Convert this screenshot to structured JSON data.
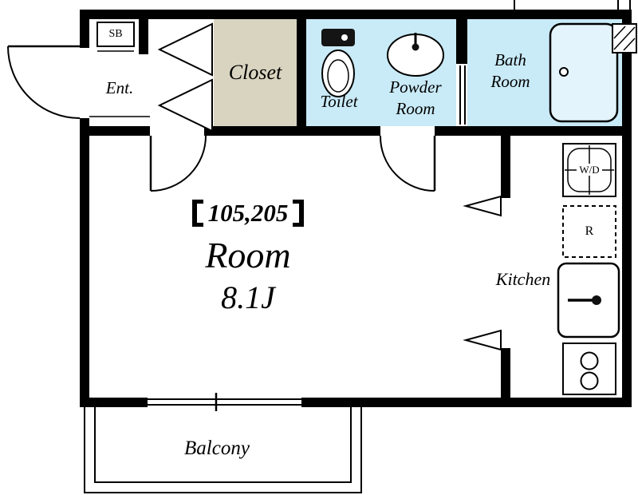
{
  "colors": {
    "wall": "#000000",
    "wet_area": "#c9eaf7",
    "closet": "#d9d4c0",
    "bathtub": "#e4f4fc"
  },
  "labels": {
    "shoe_box": "SB",
    "entrance": "Ent.",
    "closet": "Closet",
    "toilet": "Toilet",
    "powder_room_line1": "Powder",
    "powder_room_line2": "Room",
    "bath_room_line1": "Bath",
    "bath_room_line2": "Room",
    "kitchen": "Kitchen",
    "washer_dryer": "W/D",
    "refrigerator": "R",
    "balcony": "Balcony"
  },
  "main_room": {
    "unit_label": "【105,205】",
    "unit_number": "105,205",
    "name": "Room",
    "size": "8.1J"
  }
}
